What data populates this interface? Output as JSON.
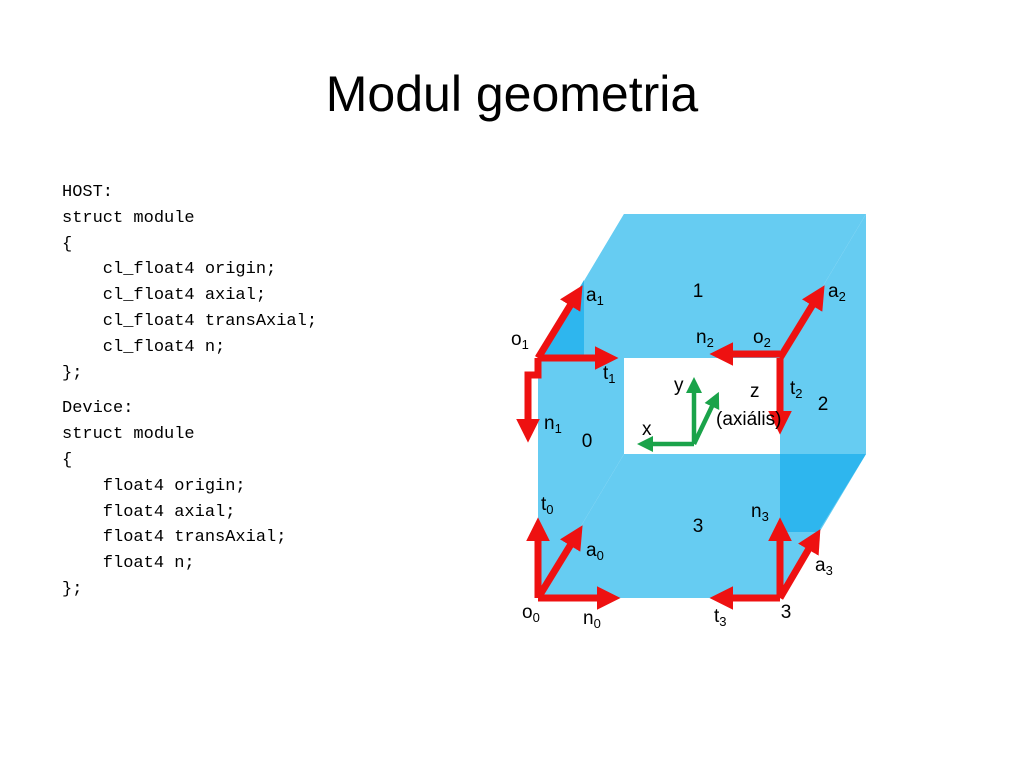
{
  "title": "Modul geometria",
  "code": {
    "host": [
      "HOST:",
      "struct module",
      "{",
      "    cl_float4 origin;",
      "    cl_float4 axial;",
      "    cl_float4 transAxial;",
      "    cl_float4 n;",
      "};"
    ],
    "device": [
      "Device:",
      "struct module",
      "{",
      "    float4 origin;",
      "    float4 axial;",
      "    float4 transAxial;",
      "    float4 n;",
      "};"
    ]
  },
  "diagram": {
    "colors": {
      "face": "#66ccf2",
      "face_dark": "#2eb6ee",
      "arrow_red": "#ee1111",
      "arrow_green": "#1aa34a"
    },
    "module_numbers": {
      "m0": "0",
      "m1": "1",
      "m2": "2",
      "m3": "3",
      "m3_corner": "3"
    },
    "vectors": {
      "o0": {
        "base": "o",
        "sub": "0"
      },
      "o1": {
        "base": "o",
        "sub": "1"
      },
      "o2": {
        "base": "o",
        "sub": "2"
      },
      "a0": {
        "base": "a",
        "sub": "0"
      },
      "a1": {
        "base": "a",
        "sub": "1"
      },
      "a2": {
        "base": "a",
        "sub": "2"
      },
      "a3": {
        "base": "a",
        "sub": "3"
      },
      "t0": {
        "base": "t",
        "sub": "0"
      },
      "t1": {
        "base": "t",
        "sub": "1"
      },
      "t2": {
        "base": "t",
        "sub": "2"
      },
      "t3": {
        "base": "t",
        "sub": "3"
      },
      "n0": {
        "base": "n",
        "sub": "0"
      },
      "n1": {
        "base": "n",
        "sub": "1"
      },
      "n2": {
        "base": "n",
        "sub": "2"
      },
      "n3": {
        "base": "n",
        "sub": "3"
      }
    },
    "axes": {
      "x": "x",
      "y": "y",
      "z": "z",
      "z_note": "(axiális)"
    }
  }
}
